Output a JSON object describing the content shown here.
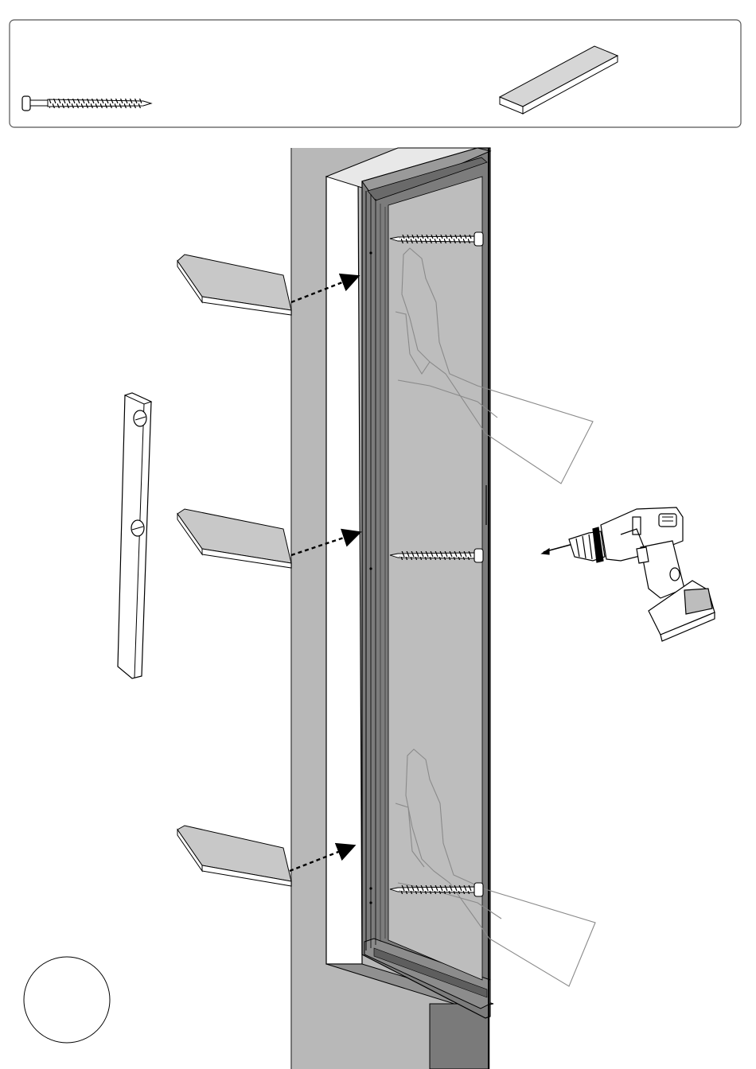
{
  "page": {
    "kind": "assembly-instruction-step",
    "step_number": ""
  },
  "parts_box": {
    "items": [
      {
        "name": "screw",
        "icon": "screw-icon",
        "quantity_label": ""
      },
      {
        "name": "shim",
        "icon": "wood-shim-icon",
        "quantity_label": ""
      }
    ]
  },
  "scene": {
    "wall_color": "#b5b5b5",
    "glass_color": "#bdbdbd",
    "frame_color": "#8a8a8a",
    "reveal_color": "#ffffff",
    "shim_color": "#c8c8c8",
    "shims": 3,
    "screws": 3,
    "hands": 2,
    "tools": [
      "spirit-level-icon",
      "cordless-drill-icon"
    ]
  }
}
